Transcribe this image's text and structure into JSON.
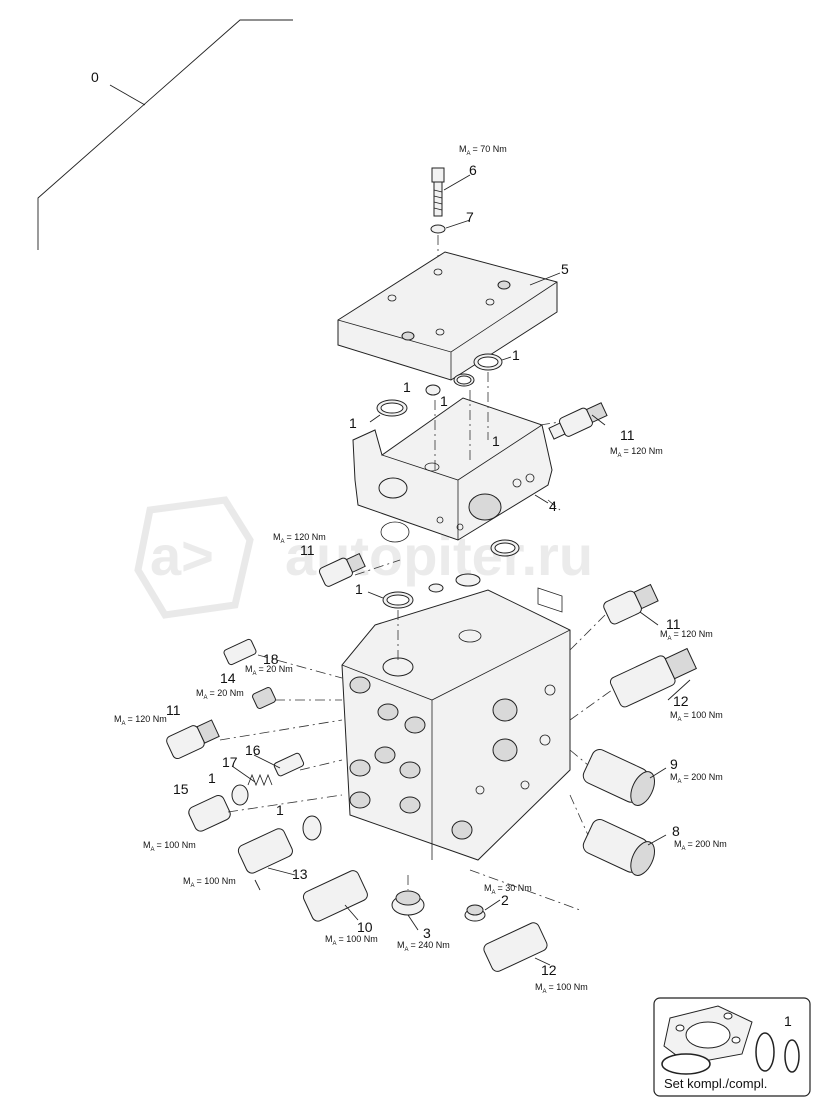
{
  "watermark": {
    "logo_glyph": "a>",
    "text": "autopiter.ru"
  },
  "assembly_callout": "0",
  "callouts": [
    {
      "id": "c6",
      "num": "6"
    },
    {
      "id": "c7",
      "num": "7"
    },
    {
      "id": "c5",
      "num": "5"
    },
    {
      "id": "c1a",
      "num": "1"
    },
    {
      "id": "c1b",
      "num": "1"
    },
    {
      "id": "c1c",
      "num": "1"
    },
    {
      "id": "c1d",
      "num": "1"
    },
    {
      "id": "c1e",
      "num": "1"
    },
    {
      "id": "c11a",
      "num": "11"
    },
    {
      "id": "c4",
      "num": "4"
    },
    {
      "id": "c11b",
      "num": "11"
    },
    {
      "id": "c1f",
      "num": "1"
    },
    {
      "id": "c11c",
      "num": "11"
    },
    {
      "id": "c18",
      "num": "18"
    },
    {
      "id": "c14",
      "num": "14"
    },
    {
      "id": "c12a",
      "num": "12"
    },
    {
      "id": "c11d",
      "num": "11"
    },
    {
      "id": "c16",
      "num": "16"
    },
    {
      "id": "c17",
      "num": "17"
    },
    {
      "id": "c1g",
      "num": "1"
    },
    {
      "id": "c9",
      "num": "9"
    },
    {
      "id": "c15",
      "num": "15"
    },
    {
      "id": "c1h",
      "num": "1"
    },
    {
      "id": "c8",
      "num": "8"
    },
    {
      "id": "c13",
      "num": "13"
    },
    {
      "id": "c2",
      "num": "2"
    },
    {
      "id": "c10",
      "num": "10"
    },
    {
      "id": "c3",
      "num": "3"
    },
    {
      "id": "c12b",
      "num": "12"
    }
  ],
  "torques": [
    {
      "id": "t6",
      "prefix": "M",
      "sub": "A",
      "value": "= 70 Nm"
    },
    {
      "id": "t11a",
      "prefix": "M",
      "sub": "A",
      "value": "= 120 Nm"
    },
    {
      "id": "t11b",
      "prefix": "M",
      "sub": "A",
      "value": "= 120 Nm"
    },
    {
      "id": "t11c",
      "prefix": "M",
      "sub": "A",
      "value": "= 120 Nm"
    },
    {
      "id": "t18",
      "prefix": "M",
      "sub": "A",
      "value": "= 20 Nm"
    },
    {
      "id": "t14",
      "prefix": "M",
      "sub": "A",
      "value": "= 20 Nm"
    },
    {
      "id": "t12a",
      "prefix": "M",
      "sub": "A",
      "value": "= 100 Nm"
    },
    {
      "id": "t11d",
      "prefix": "M",
      "sub": "A",
      "value": "= 120 Nm"
    },
    {
      "id": "t9",
      "prefix": "M",
      "sub": "A",
      "value": "= 200 Nm"
    },
    {
      "id": "t8",
      "prefix": "M",
      "sub": "A",
      "value": "= 200 Nm"
    },
    {
      "id": "t15",
      "prefix": "M",
      "sub": "A",
      "value": "= 100 Nm"
    },
    {
      "id": "t13",
      "prefix": "M",
      "sub": "A",
      "value": "= 100 Nm"
    },
    {
      "id": "t2",
      "prefix": "M",
      "sub": "A",
      "value": "= 30 Nm"
    },
    {
      "id": "t10",
      "prefix": "M",
      "sub": "A",
      "value": "= 100 Nm"
    },
    {
      "id": "t3",
      "prefix": "M",
      "sub": "A",
      "value": "= 240 Nm"
    },
    {
      "id": "t12b",
      "prefix": "M",
      "sub": "A",
      "value": "= 100 Nm"
    }
  ],
  "seal_kit": {
    "callout": "1",
    "label": "Set kompl./compl."
  }
}
